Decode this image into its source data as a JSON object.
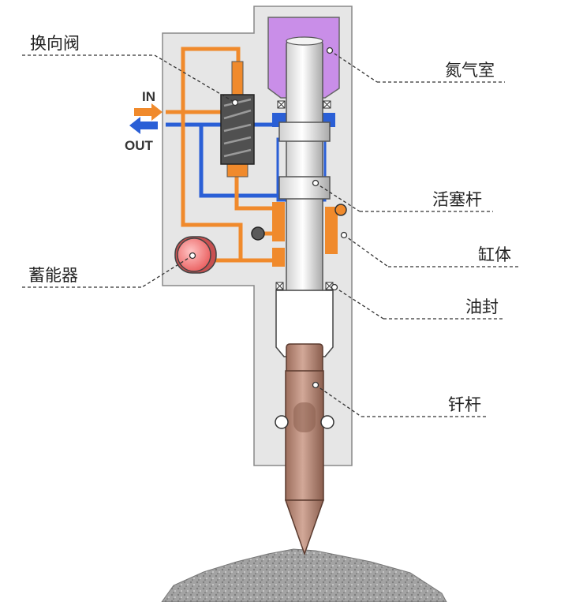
{
  "labels": {
    "reversing_valve": "换向阀",
    "nitrogen_chamber": "氮气室",
    "piston_rod": "活塞杆",
    "cylinder": "缸体",
    "accumulator": "蓄能器",
    "oil_seal": "油封",
    "drill_rod": "钎杆"
  },
  "ports": {
    "in": "IN",
    "out": "OUT"
  },
  "colors": {
    "body": "#e6e6e6",
    "nitrogen": "#c98ee8",
    "oil_in": "#f08a2c",
    "oil_out": "#2a5fd6",
    "accumulator": "#f07070",
    "drill": "#b88672",
    "rock": "#9a9a9a"
  }
}
